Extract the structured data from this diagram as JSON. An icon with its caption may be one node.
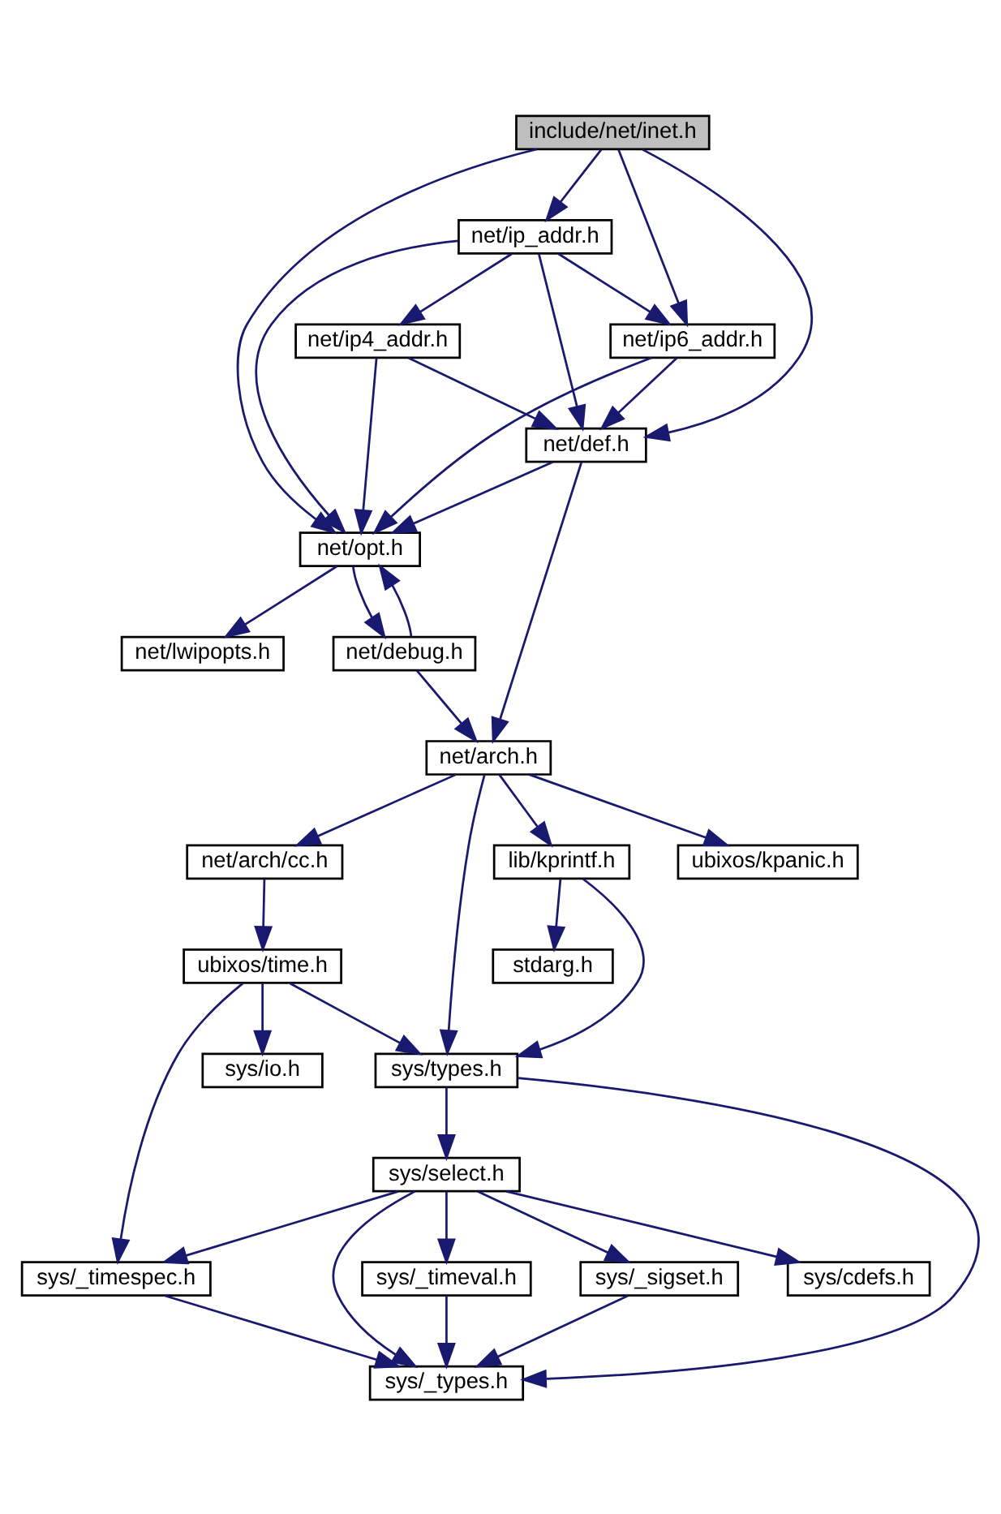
{
  "diagram": {
    "nodes": [
      {
        "text": [
          "include/net/inet.h"
        ]
      },
      {
        "text": [
          "net/ip_addr.h"
        ]
      },
      {
        "text": [
          "net/ip4_addr.h"
        ]
      },
      {
        "text": [
          "net/ip6_addr.h"
        ]
      },
      {
        "text": [
          "net/def.h"
        ]
      },
      {
        "text": [
          "net/opt.h"
        ]
      },
      {
        "text": [
          "net/debug.h"
        ]
      },
      {
        "text": [
          "net/lwipopts.h"
        ]
      },
      {
        "text": [
          "net/arch.h"
        ]
      },
      {
        "text": [
          "net/arch/cc.h"
        ]
      },
      {
        "text": [
          "lib/kprintf.h"
        ]
      },
      {
        "text": [
          "ubixos/kpanic.h"
        ]
      },
      {
        "text": [
          "stdarg.h"
        ]
      },
      {
        "text": [
          "ubixos/time.h"
        ]
      },
      {
        "text": [
          "sys/io.h"
        ]
      },
      {
        "text": [
          "sys/types.h"
        ]
      },
      {
        "text": [
          "sys/select.h"
        ]
      },
      {
        "text": [
          "sys/_timespec.h"
        ]
      },
      {
        "text": [
          "sys/_timeval.h"
        ]
      },
      {
        "text": [
          "sys/_sigset.h"
        ]
      },
      {
        "text": [
          "sys/cdefs.h"
        ]
      },
      {
        "text": [
          "sys/_types.h"
        ]
      }
    ],
    "edges": [
      {
        "from": 0,
        "to": 1,
        "arrow": "to"
      },
      {
        "from": 0,
        "to": 3,
        "arrow": "to"
      },
      {
        "from": 0,
        "to": 4,
        "arrow": "to"
      },
      {
        "from": 0,
        "to": 5,
        "arrow": "to"
      },
      {
        "from": 1,
        "to": 2,
        "arrow": "to"
      },
      {
        "from": 1,
        "to": 3,
        "arrow": "to"
      },
      {
        "from": 1,
        "to": 4,
        "arrow": "to"
      },
      {
        "from": 1,
        "to": 5,
        "arrow": "to"
      },
      {
        "from": 2,
        "to": 4,
        "arrow": "to"
      },
      {
        "from": 2,
        "to": 5,
        "arrow": "to"
      },
      {
        "from": 3,
        "to": 4,
        "arrow": "to"
      },
      {
        "from": 3,
        "to": 5,
        "arrow": "to"
      },
      {
        "from": 4,
        "to": 5,
        "arrow": "to"
      },
      {
        "from": 4,
        "to": 8,
        "arrow": "to"
      },
      {
        "from": 5,
        "to": 6,
        "arrow": "to"
      },
      {
        "from": 5,
        "to": 7,
        "arrow": "to"
      },
      {
        "from": 6,
        "to": 5,
        "arrow": "to"
      },
      {
        "from": 6,
        "to": 8,
        "arrow": "to"
      },
      {
        "from": 8,
        "to": 9,
        "arrow": "to"
      },
      {
        "from": 8,
        "to": 10,
        "arrow": "to"
      },
      {
        "from": 8,
        "to": 11,
        "arrow": "to"
      },
      {
        "from": 8,
        "to": 15,
        "arrow": "to"
      },
      {
        "from": 9,
        "to": 13,
        "arrow": "to"
      },
      {
        "from": 10,
        "to": 12,
        "arrow": "to"
      },
      {
        "from": 10,
        "to": 15,
        "arrow": "to"
      },
      {
        "from": 13,
        "to": 14,
        "arrow": "to"
      },
      {
        "from": 13,
        "to": 15,
        "arrow": "to"
      },
      {
        "from": 13,
        "to": 17,
        "arrow": "to"
      },
      {
        "from": 15,
        "to": 16,
        "arrow": "to"
      },
      {
        "from": 15,
        "to": 21,
        "arrow": "to"
      },
      {
        "from": 16,
        "to": 17,
        "arrow": "to"
      },
      {
        "from": 16,
        "to": 18,
        "arrow": "to"
      },
      {
        "from": 16,
        "to": 19,
        "arrow": "to"
      },
      {
        "from": 16,
        "to": 20,
        "arrow": "to"
      },
      {
        "from": 16,
        "to": 21,
        "arrow": "to"
      },
      {
        "from": 17,
        "to": 21,
        "arrow": "to"
      },
      {
        "from": 18,
        "to": 21,
        "arrow": "to"
      },
      {
        "from": 19,
        "to": 21,
        "arrow": "to"
      }
    ]
  }
}
